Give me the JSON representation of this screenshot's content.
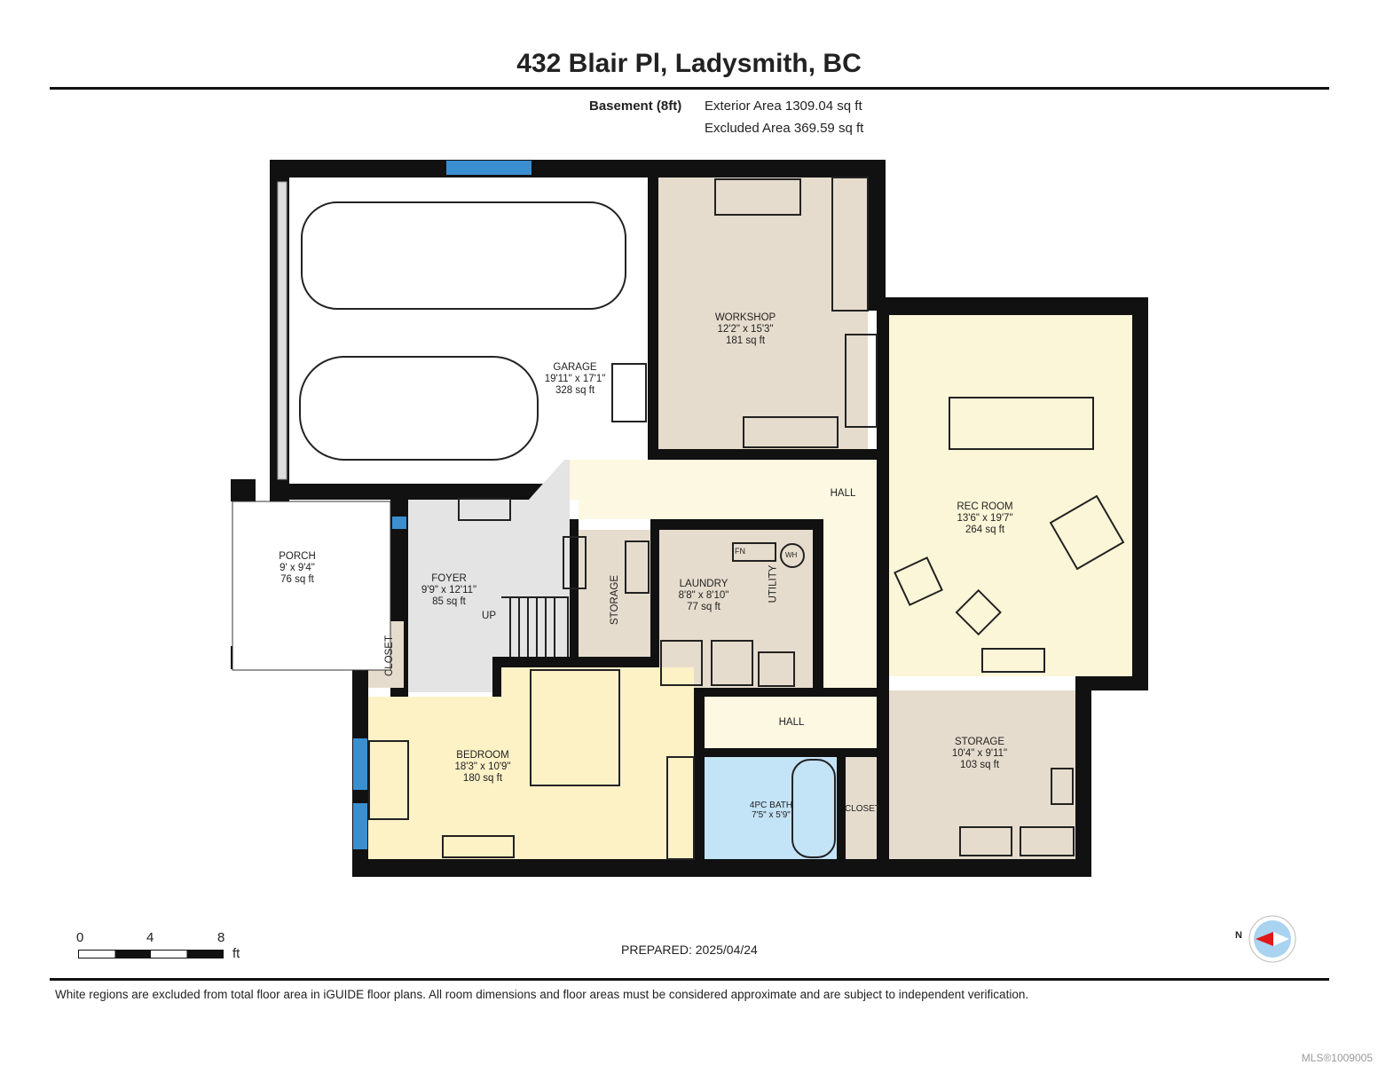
{
  "title": "432 Blair Pl, Ladysmith, BC",
  "floor": {
    "name": "Basement (8ft)",
    "exterior_area": "Exterior Area 1309.04 sq ft",
    "excluded_area": "Excluded Area 369.59 sq ft"
  },
  "rooms": [
    {
      "name": "GARAGE",
      "dims": "19'11\" x 17'1\"",
      "area": "328 sq ft"
    },
    {
      "name": "WORKSHOP",
      "dims": "12'2\" x 15'3\"",
      "area": "181 sq ft"
    },
    {
      "name": "REC ROOM",
      "dims": "13'6\" x 19'7\"",
      "area": "264 sq ft"
    },
    {
      "name": "PORCH",
      "dims": "9' x 9'4\"",
      "area": "76 sq ft"
    },
    {
      "name": "FOYER",
      "dims": "9'9\" x 12'11\"",
      "area": "85 sq ft"
    },
    {
      "name": "LAUNDRY",
      "dims": "8'8\" x 8'10\"",
      "area": "77 sq ft"
    },
    {
      "name": "BEDROOM",
      "dims": "18'3\" x 10'9\"",
      "area": "180 sq ft"
    },
    {
      "name": "4PC BATH",
      "dims": "7'5\" x 5'9\""
    },
    {
      "name": "STORAGE",
      "dims": "10'4\" x 9'11\"",
      "area": "103 sq ft"
    }
  ],
  "labels": {
    "hall": "HALL",
    "storage": "STORAGE",
    "utility": "UTILITY",
    "closet": "CLOSET",
    "up": "UP",
    "fn": "FN",
    "wh": "WH"
  },
  "scale": {
    "t0": "0",
    "t4": "4",
    "t8": "8",
    "unit": "ft"
  },
  "compass": {
    "north": "N"
  },
  "prepared": "PREPARED: 2025/04/24",
  "footer": "White regions are excluded from total floor area in iGUIDE floor plans. All room dimensions and floor areas must be considered approximate and are subject to independent verification.",
  "mls": "MLS®1009005",
  "colors": {
    "wall": "#111111",
    "workshop": "#e6dccd",
    "rec": "#fcf6d8",
    "hall": "#fdf8e2",
    "foyer": "#e4e4e4",
    "bedroom": "#fdf1c6",
    "bath": "#c3e3f7",
    "window": "#3a8fd0"
  }
}
